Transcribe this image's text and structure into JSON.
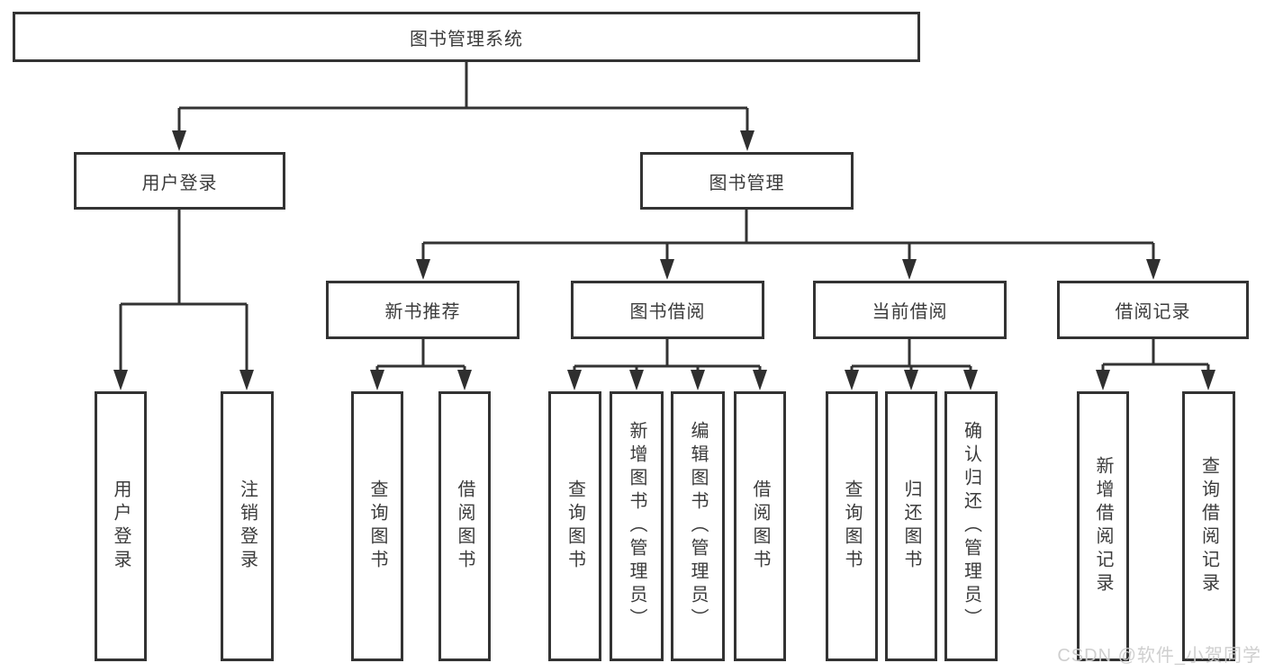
{
  "diagram": {
    "root": {
      "label": "图书管理系统"
    },
    "login": {
      "label": "用户登录",
      "children": [
        {
          "label": "用户登录"
        },
        {
          "label": "注销登录"
        }
      ]
    },
    "management": {
      "label": "图书管理",
      "sections": [
        {
          "label": "新书推荐",
          "children": [
            {
              "label": "查询图书"
            },
            {
              "label": "借阅图书"
            }
          ]
        },
        {
          "label": "图书借阅",
          "children": [
            {
              "label": "查询图书"
            },
            {
              "label": "新增图书（管理员）"
            },
            {
              "label": "编辑图书（管理员）"
            },
            {
              "label": "借阅图书"
            }
          ]
        },
        {
          "label": "当前借阅",
          "children": [
            {
              "label": "查询图书"
            },
            {
              "label": "归还图书"
            },
            {
              "label": "确认归还（管理员）"
            }
          ]
        },
        {
          "label": "借阅记录",
          "children": [
            {
              "label": "新增借阅记录"
            },
            {
              "label": "查询借阅记录"
            }
          ]
        }
      ]
    },
    "colors": {
      "line": "#333333",
      "text": "#3b3b3b",
      "background": "#ffffff",
      "watermark": "#cccccc"
    },
    "watermark": "CSDN @软件_小贺同学"
  }
}
